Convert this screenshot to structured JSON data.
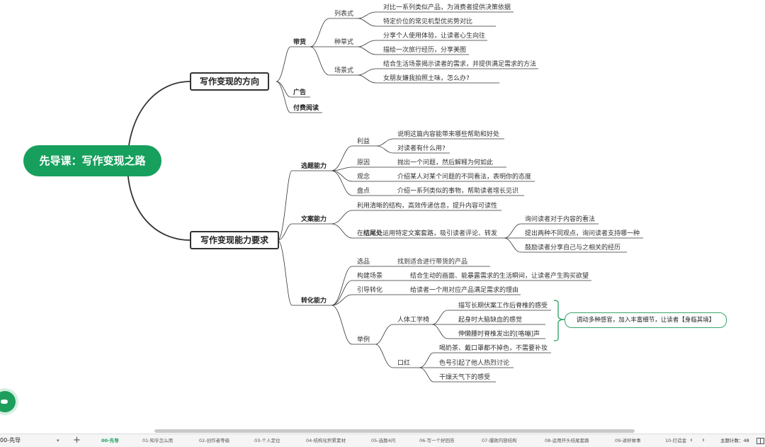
{
  "mindmap": {
    "root": "先导课：写作变现之路",
    "direction": {
      "title": "写作变现的方向",
      "daihuo": "带货",
      "liebiao": "列表式",
      "liebiao_1": "对比一系列类似产品，为消费者提供决策依据",
      "liebiao_2": "特定价位的常见机型优劣势对比",
      "zhongcao": "种草式",
      "zhongcao_1": "分享个人使用体验，让读者心生向往",
      "zhongcao_2": "描绘一次旅行经历，分享美图",
      "changjing": "场景式",
      "changjing_1": "结合生活场景揭示读者的需求，并提供满足需求的方法",
      "changjing_2": "女朋友嫌我拍照土味，怎么办?",
      "guanggao": "广告",
      "fufei": "付费阅读"
    },
    "ability": {
      "title": "写作变现能力要求",
      "xuanti": "选题能力",
      "liyi": "利益",
      "liyi_1": "说明这篇内容能带来哪些帮助和好处",
      "liyi_2": "对读者有什么用?",
      "yuanyin": "原因",
      "yuanyin_1": "抛出一个问题，然后解释为何如此",
      "guannian": "观念",
      "guannian_1": "介绍某人对某个问题的不同看法，表明你的态度",
      "pandian": "盘点",
      "pandian_1": "介绍一系列类似的事物，帮助读者增长见识",
      "wenan": "文案能力",
      "wenan_1": "利用清晰的结构，高效传递信息，提升内容可读性",
      "wenan_2_pre": "在",
      "wenan_2_bold": "结尾处",
      "wenan_2_post": "运用特定文案套路，吸引读者评论、转发",
      "wenan_2_a": "询问读者对于内容的看法",
      "wenan_2_b": "提出两种不同观点，询问读者支持哪一种",
      "wenan_2_c": "鼓励读者分享自己与之相关的经历",
      "zhuanhua": "转化能力",
      "xuanpin": "选品",
      "xuanpin_1": "找到适合进行带货的产品",
      "goujian": "构建场景",
      "goujian_1": "结合生动的画面、能暴露需求的生活瞬间，让读者产生购买欲望",
      "yindao": "引导转化",
      "yindao_1": "给读者一个用对应产品满足需求的理由",
      "juli": "举例",
      "renti": "人体工学椅",
      "renti_1": "描写长期伏案工作后脊椎的感受",
      "renti_2": "起身时大脑缺血的感觉",
      "renti_3": "伸懒腰时脊椎发出的[咯嘣]声",
      "kouhong": "口红",
      "kouhong_1": "喝奶茶、戴口罩都不掉色，不需要补妆",
      "kouhong_2": "色号引起了他人热烈讨论",
      "kouhong_3": "干燥天气下的感受",
      "callout": "调动多种感官，加入丰富细节，让读者【身临其境】"
    }
  },
  "tabbar": {
    "current": "00-先导",
    "tabs": [
      "00-先导",
      "01-知乎怎么用",
      "02-创作者等级",
      "03-个人定位",
      "04-结构化积累素材",
      "05-选题4问",
      "06-写一个好回答",
      "07-爆款内容结构",
      "08-运用开头结尾套路",
      "09-讲好故事",
      "10-打造金"
    ],
    "count_label": "主题计数：",
    "count_value": "48"
  },
  "colors": {
    "accent": "#17a05d",
    "line": "#333333"
  }
}
